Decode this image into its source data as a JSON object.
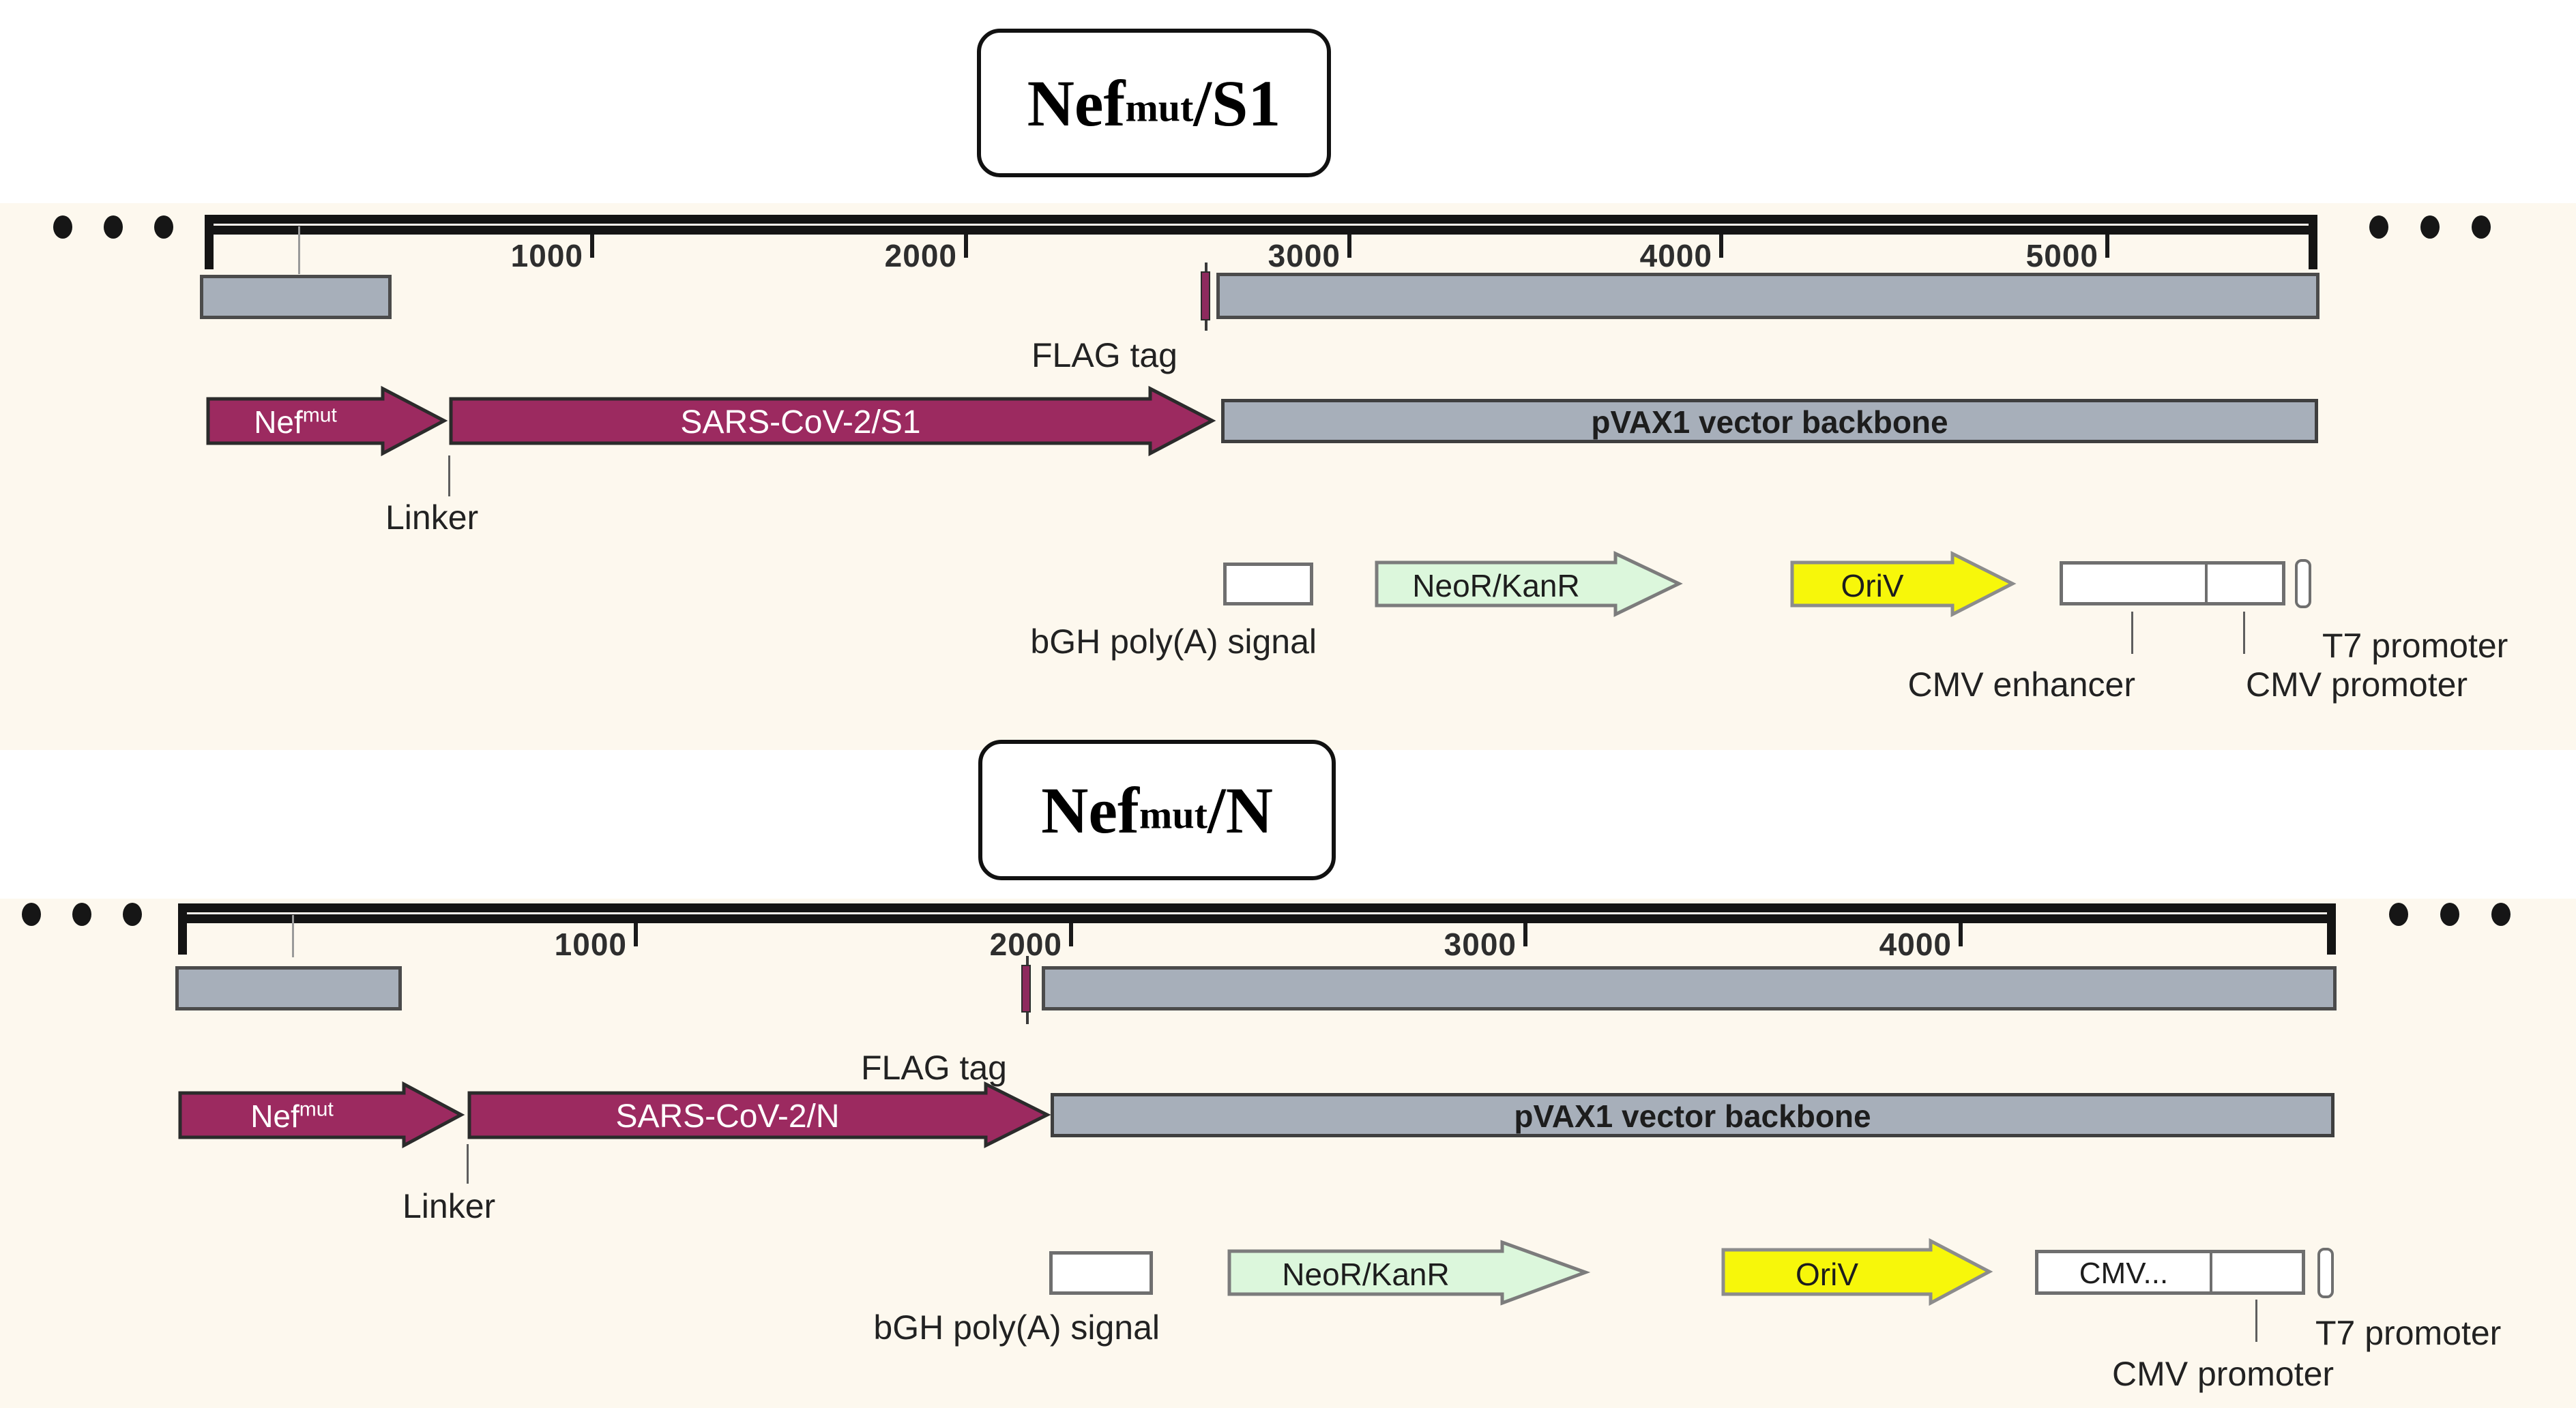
{
  "colors": {
    "panel_bg": "#FDF8EE",
    "maroon": "#9C2A60",
    "gray_fill": "#A7AFBA",
    "green_fill": "#DCF7DC",
    "yellow_fill": "#F7F70A"
  },
  "panels": [
    {
      "title": {
        "base": "Nef",
        "sup": "mut",
        "tail": "/S1"
      },
      "ruler_ticks": [
        "1000",
        "2000",
        "3000",
        "4000",
        "5000"
      ],
      "labels": {
        "flag": "FLAG tag",
        "linker": "Linker",
        "nef_base": "Nef",
        "nef_sup": "mut",
        "gene": "SARS-CoV-2/S1",
        "backbone": "pVAX1 vector backbone",
        "bgh": "bGH poly(A) signal",
        "neor": "NeoR/KanR",
        "oriv": "OriV",
        "cmv_enhancer": "CMV enhancer",
        "cmv_promoter": "CMV promoter",
        "t7": "T7 promoter"
      }
    },
    {
      "title": {
        "base": "Nef",
        "sup": "mut",
        "tail": "/N"
      },
      "ruler_ticks": [
        "1000",
        "2000",
        "3000",
        "4000"
      ],
      "labels": {
        "flag": "FLAG tag",
        "linker": "Linker",
        "nef_base": "Nef",
        "nef_sup": "mut",
        "gene": "SARS-CoV-2/N",
        "backbone": "pVAX1 vector backbone",
        "bgh": "bGH poly(A) signal",
        "neor": "NeoR/KanR",
        "oriv": "OriV",
        "cmv_box": "CMV...",
        "cmv_promoter": "CMV promoter",
        "t7": "T7 promoter"
      }
    }
  ]
}
